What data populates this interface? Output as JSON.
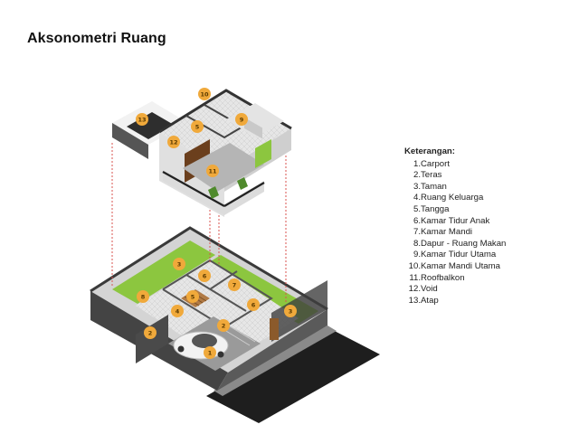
{
  "title": "Aksonometri Ruang",
  "legend": {
    "title": "Keterangan:",
    "items": [
      {
        "num": "1.",
        "label": "Carport"
      },
      {
        "num": "2.",
        "label": "Teras"
      },
      {
        "num": "3.",
        "label": "Taman"
      },
      {
        "num": "4.",
        "label": "Ruang Keluarga"
      },
      {
        "num": "5.",
        "label": "Tangga"
      },
      {
        "num": "6.",
        "label": "Kamar Tidur Anak"
      },
      {
        "num": "7.",
        "label": "Kamar Mandi"
      },
      {
        "num": "8.",
        "label": "Dapur - Ruang Makan"
      },
      {
        "num": "9.",
        "label": "Kamar Tidur Utama"
      },
      {
        "num": "10.",
        "label": "Kamar Mandi Utama"
      },
      {
        "num": "11.",
        "label": "Roofbalkon"
      },
      {
        "num": "12.",
        "label": "Void"
      },
      {
        "num": "13.",
        "label": "Atap"
      }
    ]
  },
  "markers": {
    "upper": [
      "13",
      "10",
      "5",
      "9",
      "12",
      "11"
    ],
    "lower": [
      "3",
      "6",
      "8",
      "5",
      "7",
      "4",
      "6",
      "3",
      "2",
      "2",
      "1"
    ]
  },
  "colors": {
    "badge": "#f0a93b",
    "guide_line": "#d9534f",
    "wall": "#555555",
    "grass": "#8cc63f",
    "road": "#1e1e1e"
  }
}
